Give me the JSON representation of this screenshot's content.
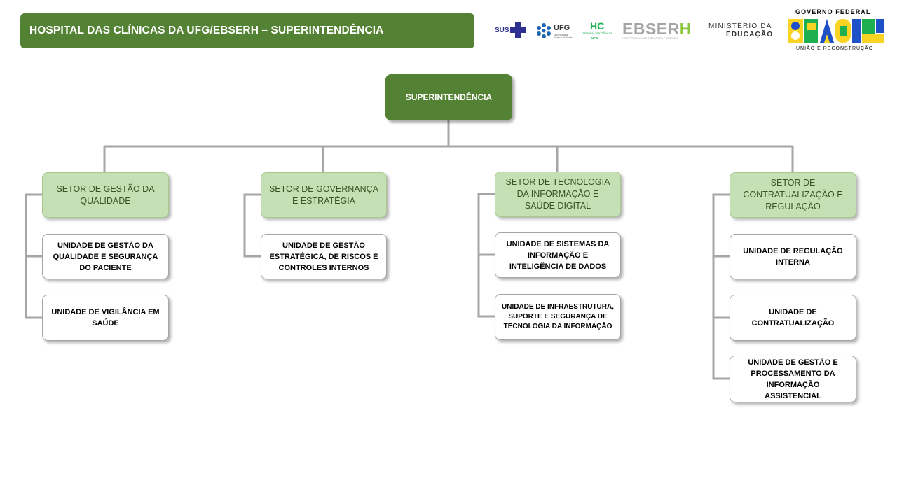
{
  "header": {
    "title": "HOSPITAL DAS CLÍNICAS DA UFG/EBSERH – SUPERINTENDÊNCIA"
  },
  "logos": {
    "sus": "SUS",
    "ufg": "UFG",
    "ufg_sub": "Universidade Federal de Goiás",
    "hc": "HC",
    "hc_sub": "Hospital das Clínicas",
    "hc_ufg": "UFG",
    "ebserh_main": "EBSER",
    "ebserh_h": "H",
    "ebserh_sub": "HOSPITAIS UNIVERSITÁRIOS FEDERAIS",
    "mec_line1": "MINISTÉRIO DA",
    "mec_line2": "EDUCAÇÃO",
    "gov_top": "GOVERNO FEDERAL",
    "gov_brasil": "BRASIL",
    "gov_bottom": "UNIÃO E RECONSTRUÇÃO"
  },
  "org": {
    "root": "SUPERINTENDÊNCIA",
    "sectors": [
      {
        "name": "SETOR DE GESTÃO DA QUALIDADE",
        "units": [
          "UNIDADE DE GESTÃO DA QUALIDADE E SEGURANÇA DO PACIENTE",
          "UNIDADE DE VIGILÂNCIA EM SAÚDE"
        ]
      },
      {
        "name": "SETOR DE GOVERNANÇA E ESTRATÉGIA",
        "units": [
          "UNIDADE DE GESTÃO ESTRATÉGICA, DE RISCOS E CONTROLES INTERNOS"
        ]
      },
      {
        "name": "SETOR DE TECNOLOGIA DA INFORMAÇÃO E SAÚDE DIGITAL",
        "units": [
          "UNIDADE DE SISTEMAS DA INFORMAÇÃO E INTELIGÊNCIA DE DADOS",
          "UNIDADE DE INFRAESTRUTURA, SUPORTE E SEGURANÇA DE TECNOLOGIA DA INFORMAÇÃO"
        ]
      },
      {
        "name": "SETOR DE CONTRATUALIZAÇÃO E REGULAÇÃO",
        "units": [
          "UNIDADE DE REGULAÇÃO INTERNA",
          "UNIDADE DE CONTRATUALIZAÇÃO",
          "UNIDADE DE GESTÃO E PROCESSAMENTO DA INFORMAÇÃO ASSISTENCIAL"
        ]
      }
    ]
  },
  "colors": {
    "header_green": "#548235",
    "sector_fill": "#c5e0b4",
    "sector_text": "#375623",
    "connector": "#a6a6a6"
  }
}
